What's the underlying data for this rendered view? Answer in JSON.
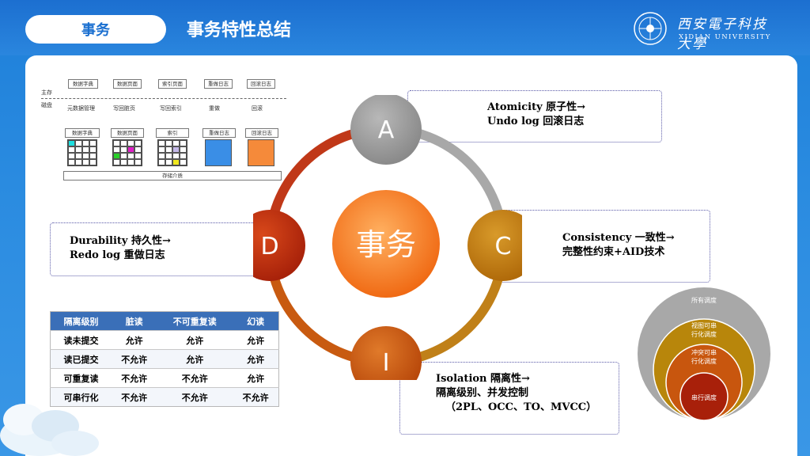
{
  "header": {
    "tab_label": "事务",
    "title": "事务特性总结",
    "logo_cn": "西安電子科技大學",
    "logo_en": "XIDIAN UNIVERSITY"
  },
  "storage": {
    "mem_label": "主存",
    "disk_label": "磁盘",
    "top_boxes": [
      "数据字典",
      "数据页面",
      "索引页面",
      "重做日志",
      "回滚日志"
    ],
    "mid_labels": [
      "元数据管理",
      "写回脏页",
      "写回索引",
      "重做",
      "回滚"
    ],
    "bottom_boxes": [
      "数据字典",
      "数据页面",
      "索引",
      "重做日志",
      "回滚日志"
    ],
    "media_label": "存储介质"
  },
  "ring": {
    "center": "事务",
    "a": "A",
    "c": "C",
    "i": "I",
    "d": "D"
  },
  "callouts": {
    "atomicity": [
      "Atomicity 原子性→",
      "Undo log 回滚日志"
    ],
    "consistency": [
      "Consistency 一致性→",
      "完整性约束+AID技术"
    ],
    "durability": [
      "Durability 持久性→",
      "Redo log 重做日志"
    ],
    "isolation": [
      "Isolation 隔离性→",
      "隔离级别、并发控制",
      "（2PL、OCC、TO、MVCC）"
    ]
  },
  "iso_table": {
    "headers": [
      "隔离级别",
      "脏读",
      "不可重复读",
      "幻读"
    ],
    "rows": [
      [
        "读未提交",
        "允许",
        "允许",
        "允许"
      ],
      [
        "读已提交",
        "不允许",
        "允许",
        "允许"
      ],
      [
        "可重复读",
        "不允许",
        "不允许",
        "允许"
      ],
      [
        "可串行化",
        "不允许",
        "不允许",
        "不允许"
      ]
    ]
  },
  "schedules": {
    "outer": "所有调度",
    "view": [
      "视图可串",
      "行化调度"
    ],
    "conflict": [
      "冲突可串",
      "行化调度"
    ],
    "serial": "串行调度"
  }
}
